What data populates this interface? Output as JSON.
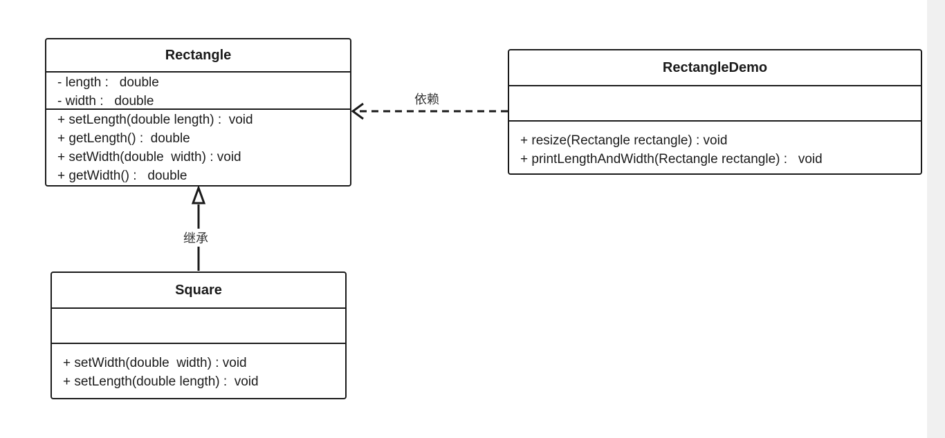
{
  "classes": {
    "rectangle": {
      "name": "Rectangle",
      "attributes": [
        "- length :   double",
        "- width :   double"
      ],
      "operations": [
        "+ setLength(double length) :  void",
        "+ getLength() :  double",
        "+ setWidth(double  width) : void",
        "+ getWidth() :   double"
      ]
    },
    "rectangle_demo": {
      "name": "RectangleDemo",
      "attributes": [],
      "operations": [
        "+ resize(Rectangle rectangle) : void",
        "+ printLengthAndWidth(Rectangle rectangle) :   void"
      ]
    },
    "square": {
      "name": "Square",
      "attributes": [],
      "operations": [
        "+ setWidth(double  width) : void",
        "+ setLength(double length) :  void"
      ]
    }
  },
  "relations": {
    "dependency": {
      "label": "依赖",
      "from": "RectangleDemo",
      "to": "Rectangle"
    },
    "inheritance": {
      "label": "继承",
      "from": "Square",
      "to": "Rectangle"
    }
  },
  "colors": {
    "line": "#1a1a1a",
    "border": "#1a1a1a",
    "background": "#ffffff"
  }
}
